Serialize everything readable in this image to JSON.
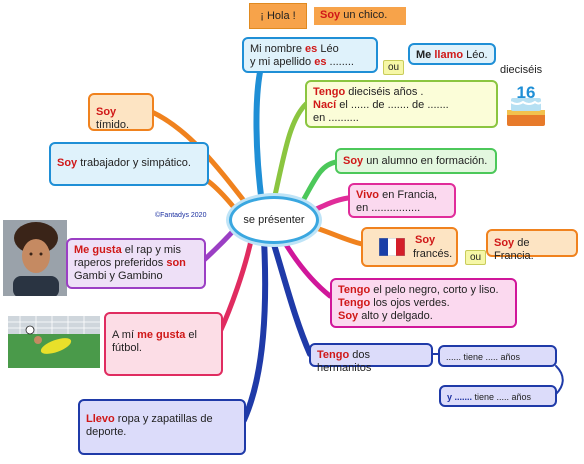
{
  "center": "se présenter",
  "credit": "©Fantadys 2020",
  "hola": "¡ Hola !",
  "soy_chico": {
    "verb": "Soy",
    "rest": " un chico."
  },
  "nombre": {
    "l1a": "Mi nombre ",
    "l1b": "es",
    "l1c": " Léo",
    "l2a": "y mi apellido ",
    "l2b": "es",
    "l2c": " ........"
  },
  "ou1": "ou",
  "llamo": {
    "a": "Me ",
    "b": "llamo",
    "c": " Léo."
  },
  "dieciseis": "dieciséis",
  "cake_number": "16",
  "tengo_edad": {
    "l1a": "Tengo",
    "l1b": " dieciséis años .",
    "l2a": "Nací",
    "l2b": " el ...... de ....... de .......",
    "l3": "en .........."
  },
  "timido": {
    "a": "Soy",
    "b": " tímido."
  },
  "trabajador": {
    "a": "Soy",
    "b": " trabajador y simpático."
  },
  "alumno": {
    "a": "Soy",
    "b": " un alumno en formación."
  },
  "vivo": {
    "l1a": "Vivo",
    "l1b": " en Francia,",
    "l2": "en ................"
  },
  "frances": {
    "a": "Soy",
    "b": "francés."
  },
  "ou2": "ou",
  "de_francia": {
    "a": "Soy",
    "b": " de Francia."
  },
  "rap": {
    "l1a": "Me ",
    "l1b": "gusta",
    "l1c": " el rap y mis",
    "l2a": "raperos preferidos ",
    "l2b": "son",
    "l3": "Gambi y Gambino"
  },
  "futbol": {
    "l1a": "A mí ",
    "l1b": "me gusta",
    "l1c": " el",
    "l2": "fútbol."
  },
  "pelo": {
    "l1a": "Tengo",
    "l1b": " el pelo negro, corto y liso.",
    "l2a": "Tengo",
    "l2b": " los ojos verdes.",
    "l3a": "Soy",
    "l3b": " alto y delgado."
  },
  "hermanitos": {
    "a": "Tengo",
    "b": " dos hermanitos"
  },
  "tiene1": "...... tiene ..... años",
  "tiene2": {
    "a": "y .......",
    "b": " tiene ..... años"
  },
  "llevo": {
    "l1a": "Llevo",
    "l1b": " ropa y zapatillas de",
    "l2": "deporte."
  }
}
